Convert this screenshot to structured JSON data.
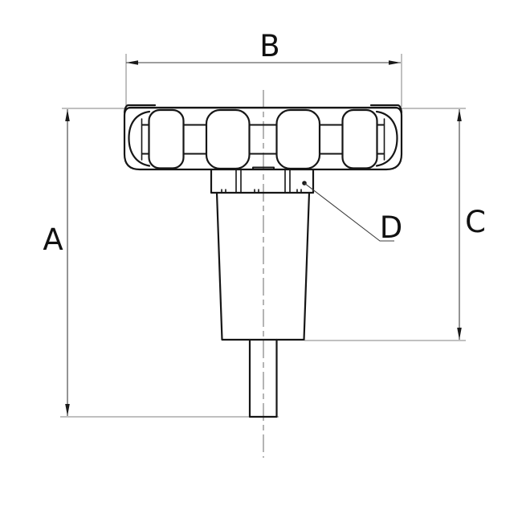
{
  "labels": {
    "a": "A",
    "b": "B",
    "c": "C",
    "d": "D"
  },
  "colors": {
    "background": "#ffffff",
    "part_outline": "#161616",
    "dimension_line": "#3d3d3d",
    "extension_line": "#808080",
    "label_text": "#111111"
  }
}
